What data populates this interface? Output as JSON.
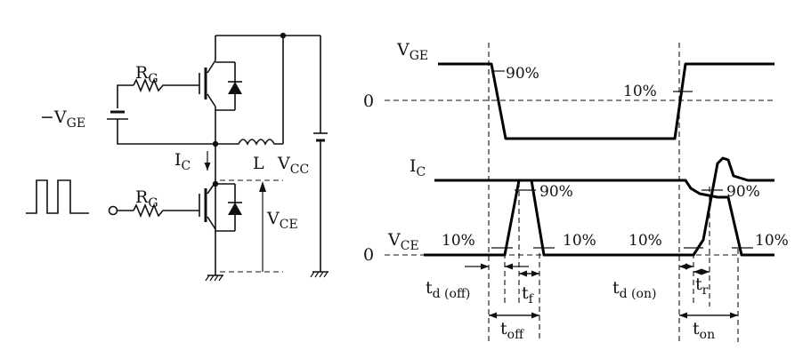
{
  "circuit": {
    "rg_top": "R",
    "rg_top_sub": "G",
    "vge_source": "−V",
    "vge_source_sub": "GE",
    "ic": "I",
    "ic_sub": "C",
    "inductor": "L",
    "vcc": "V",
    "vcc_sub": "CC",
    "rg_bottom": "R",
    "rg_bottom_sub": "G",
    "vce": "V",
    "vce_sub": "CE"
  },
  "waveforms": {
    "vge": "V",
    "vge_sub": "GE",
    "ic": "I",
    "ic_sub": "C",
    "vce": "V",
    "vce_sub": "CE",
    "zero_top": "0",
    "zero_bottom": "0",
    "p90_vge": "90%",
    "p10_vge": "10%",
    "p90_ic_off": "90%",
    "p90_ic_on": "90%",
    "p10_vce_left": "10%",
    "p10_ic_off": "10%",
    "p10_vce_mid": "10%",
    "p10_ic_on": "10%",
    "td_off": "t",
    "td_off_sub": "d (off)",
    "tf": "t",
    "tf_sub": "f",
    "toff": "t",
    "toff_sub": "off",
    "td_on": "t",
    "td_on_sub": "d (on)",
    "tr": "t",
    "tr_sub": "r",
    "ton": "t",
    "ton_sub": "on"
  }
}
